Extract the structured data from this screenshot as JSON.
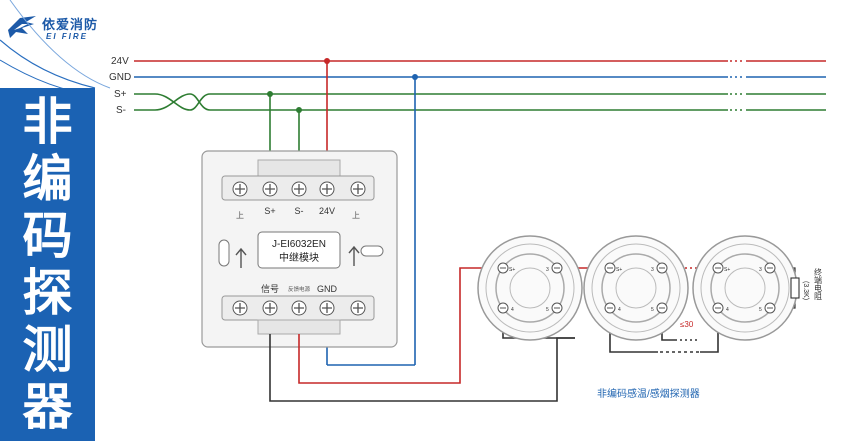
{
  "brand": {
    "name_cn": "依爱消防",
    "name_en": "EI FIRE"
  },
  "title_chars": [
    "非",
    "编",
    "码",
    "探",
    "测",
    "器"
  ],
  "bus_labels": {
    "v24": "24V",
    "gnd": "GND",
    "s_plus": "S+",
    "s_minus": "S-"
  },
  "module": {
    "model": "J-EI6032EN",
    "name": "中继模块",
    "top_terminals": [
      "S+",
      "S-",
      "24V"
    ],
    "top_side_labels": [
      "上",
      "上"
    ],
    "bottom_terminals": [
      "信号",
      "反馈电源",
      "GND"
    ]
  },
  "detector_terminals": {
    "s_plus": "S+",
    "n3": "3",
    "n4": "4",
    "n5": "5"
  },
  "distance_note": "≤30",
  "eol_resistor_label": "终端电阻",
  "eol_resistor_value": "(3.3K)",
  "caption": "非编码感温/感烟探测器",
  "colors": {
    "red": "#c62828",
    "blue": "#1e63b0",
    "green": "#2e7d32",
    "black": "#333333",
    "sidebar": "#1b62b3"
  }
}
